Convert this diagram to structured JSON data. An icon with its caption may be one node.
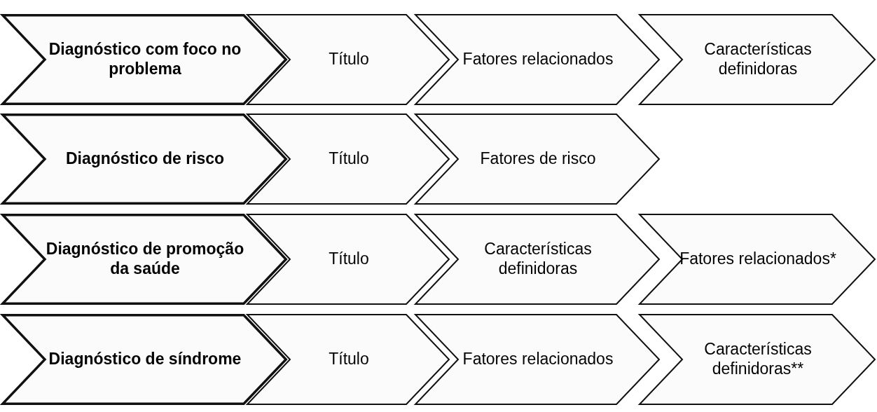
{
  "diagram": {
    "nodes": [
      {
        "text": [
          "Diagnóstico com foco no problema"
        ]
      },
      {
        "text": [
          "Título"
        ]
      },
      {
        "text": [
          "Fatores relacionados"
        ]
      },
      {
        "text": [
          "Características definidoras"
        ]
      },
      {
        "text": [
          "Diagnóstico de risco"
        ]
      },
      {
        "text": [
          "Título"
        ]
      },
      {
        "text": [
          "Fatores de risco"
        ]
      },
      {
        "text": [
          "Diagnóstico de promoção da saúde"
        ]
      },
      {
        "text": [
          "Título"
        ]
      },
      {
        "text": [
          "Características definidoras"
        ]
      },
      {
        "text": [
          "Fatores relacionados*"
        ]
      },
      {
        "text": [
          "Diagnóstico de síndrome"
        ]
      },
      {
        "text": [
          "Título"
        ]
      },
      {
        "text": [
          "Fatores relacionados"
        ]
      },
      {
        "text": [
          "Características definidoras**"
        ]
      }
    ]
  }
}
